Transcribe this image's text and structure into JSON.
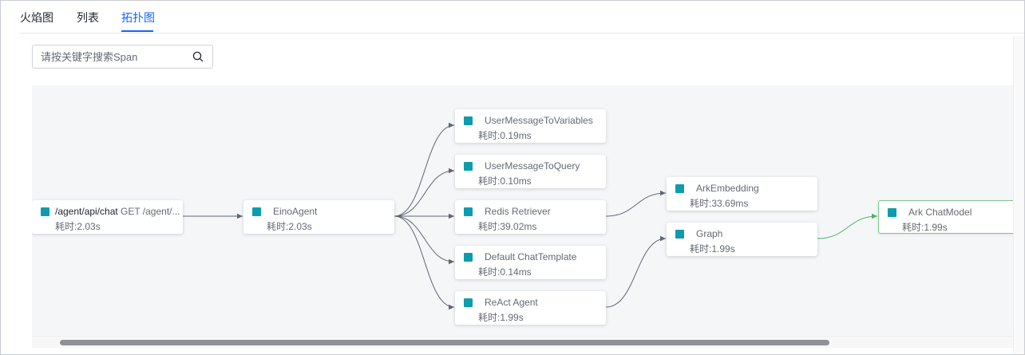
{
  "tabs": [
    {
      "label": "火焰图",
      "active": false
    },
    {
      "label": "列表",
      "active": false
    },
    {
      "label": "拓扑图",
      "active": true
    }
  ],
  "search": {
    "placeholder": "请按关键字搜索Span",
    "value": "",
    "icon": "search-icon"
  },
  "colors": {
    "accent": "#1664ff",
    "node_square": "#0e9cad",
    "edge": "#5f6774",
    "edge_selected": "#4cb464",
    "selected_border": "#7bc98c"
  },
  "graph": {
    "nodes": [
      {
        "name": "/agent/api/chat",
        "method": "GET /agent/...",
        "duration": "耗时:2.03s"
      },
      {
        "name": "EinoAgent",
        "duration": "耗时:2.03s"
      },
      {
        "name": "UserMessageToVariables",
        "duration": "耗时:0.19ms"
      },
      {
        "name": "UserMessageToQuery",
        "duration": "耗时:0.10ms"
      },
      {
        "name": "Redis Retriever",
        "duration": "耗时:39.02ms"
      },
      {
        "name": "Default ChatTemplate",
        "duration": "耗时:0.14ms"
      },
      {
        "name": "ReAct Agent",
        "duration": "耗时:1.99s"
      },
      {
        "name": "ArkEmbedding",
        "duration": "耗时:33.69ms"
      },
      {
        "name": "Graph",
        "duration": "耗时:1.99s"
      },
      {
        "name": "Ark ChatModel",
        "duration": "耗时:1.99s",
        "selected": true
      }
    ]
  }
}
